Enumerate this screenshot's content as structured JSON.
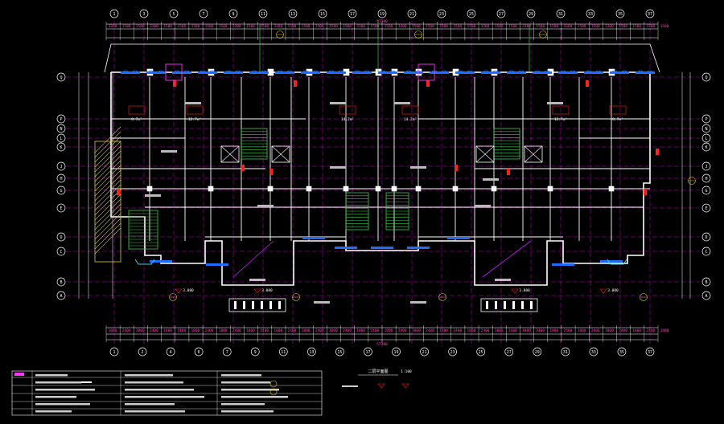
{
  "drawing": {
    "top_axes": [
      "1",
      "3",
      "5",
      "7",
      "9",
      "11",
      "13",
      "15",
      "17",
      "19",
      "21",
      "23",
      "25",
      "27",
      "29",
      "31",
      "33",
      "35",
      "37"
    ],
    "bottom_axes": [
      "1",
      "2",
      "4",
      "6",
      "7",
      "9",
      "11",
      "13",
      "15",
      "17",
      "19",
      "21",
      "23",
      "25",
      "27",
      "29",
      "31",
      "33",
      "35",
      "37"
    ],
    "left_axes": [
      "Q",
      "P",
      "N",
      "L",
      "K",
      "J",
      "H",
      "G",
      "E",
      "D",
      "C",
      "B",
      "A"
    ],
    "right_axes": [
      "Q",
      "P",
      "N",
      "L",
      "K",
      "J",
      "H",
      "G",
      "E",
      "D",
      "C",
      "B",
      "A"
    ],
    "overall_dim_top": "57300",
    "overall_dim_bottom": "57300",
    "room_tags": [
      "12.7m²",
      "14.2m²",
      "14.2m²",
      "12.7m²",
      "8.7m²",
      "8.7m²"
    ],
    "level_tags": [
      "3.000",
      "3.000",
      "3.000",
      "3.000"
    ],
    "sheet_title": "二层平面图",
    "sheet_scale": "1:100"
  },
  "colors": {
    "background": "#000000",
    "wall": "#ffffff",
    "axis": "#ff00ff",
    "dim": "#ff3fbf",
    "window": "#1e6dff",
    "stair": "#3ccc3c",
    "hatch": "#e0d020",
    "red": "#ff2020",
    "cyan": "#39d6e6",
    "dash": "#ffffff"
  }
}
